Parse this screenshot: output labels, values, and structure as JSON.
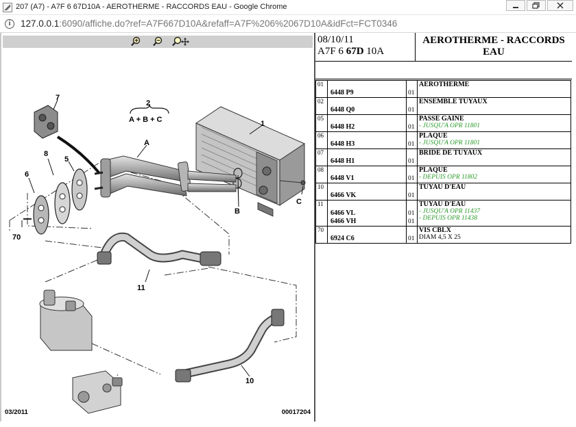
{
  "window": {
    "title": "207 (A7) - A7F 6 67D10A - AEROTHERME - RACCORDS EAU - Google Chrome"
  },
  "address": {
    "host": "127.0.0.1",
    "path": ":6090/affiche.do?ref=A7F667D10A&refaff=A7F%206%2067D10A&idFct=FCT0346"
  },
  "diagram": {
    "labels": {
      "l1": "1",
      "l2": "2",
      "l2sub": "A + B + C",
      "l5": "5",
      "l6": "6",
      "l7": "7",
      "l8": "8",
      "l10": "10",
      "l11": "11",
      "l70": "70",
      "lA": "A",
      "lB": "B",
      "lC": "C"
    },
    "footer_date": "03/2011",
    "footer_code": "00017204"
  },
  "header": {
    "date": "08/10/11",
    "model_a": "A7F 6 ",
    "model_b": "67D",
    "model_c": " 10A",
    "title": "AEROTHERME - RACCORDS EAU"
  },
  "parts": [
    {
      "num": "01",
      "refs": [
        "6448 P9"
      ],
      "qtys": [
        "01"
      ],
      "name": "AEROTHERME",
      "notes": []
    },
    {
      "num": "02",
      "refs": [
        "6448 Q0"
      ],
      "qtys": [
        "01"
      ],
      "name": "ENSEMBLE TUYAUX",
      "notes": []
    },
    {
      "num": "05",
      "refs": [
        "6448 H2"
      ],
      "qtys": [
        "01"
      ],
      "name": "PASSE GAINE",
      "notes": [
        "- JUSQU'A OPR 11801"
      ]
    },
    {
      "num": "06",
      "refs": [
        "6448 H3"
      ],
      "qtys": [
        "01"
      ],
      "name": "PLAQUE",
      "notes": [
        "- JUSQU'A OPR 11801"
      ]
    },
    {
      "num": "07",
      "refs": [
        "6448 H1"
      ],
      "qtys": [
        "01"
      ],
      "name": "BRIDE DE TUYAUX",
      "notes": []
    },
    {
      "num": "08",
      "refs": [
        "6448 V1"
      ],
      "qtys": [
        "01"
      ],
      "name": "PLAQUE",
      "notes": [
        "- DEPUIS OPR 11802"
      ]
    },
    {
      "num": "10",
      "refs": [
        "6466 VK"
      ],
      "qtys": [
        "01"
      ],
      "name": "TUYAU D'EAU",
      "notes": []
    },
    {
      "num": "11",
      "refs": [
        "6466 VL",
        "6466 VH"
      ],
      "qtys": [
        "01",
        "01"
      ],
      "name": "TUYAU D'EAU",
      "notes": [
        "- JUSQU'A OPR 11437",
        "- DEPUIS OPR 11438"
      ]
    },
    {
      "num": "70",
      "refs": [
        "6924 C6"
      ],
      "qtys": [
        "01"
      ],
      "name": "VIS CBLX",
      "sub": "DIAM 4,5 X 25",
      "notes": []
    }
  ],
  "colors": {
    "note_green": "#2a9a2a",
    "zoom_bar": "#cfcfcf"
  },
  "icons": {
    "zoom_in": "zoom-in-icon",
    "zoom_out": "zoom-out-icon",
    "zoom_pan": "zoom-pan-icon"
  }
}
